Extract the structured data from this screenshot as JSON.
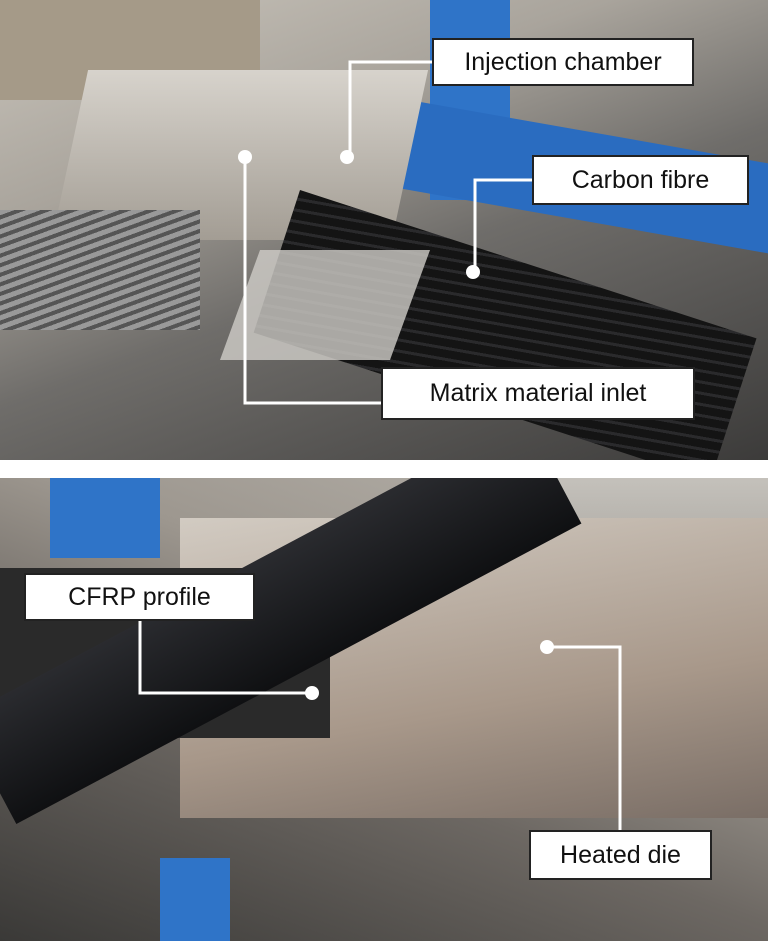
{
  "labels": {
    "injection_chamber": "Injection chamber",
    "carbon_fibre": "Carbon fibre",
    "matrix_inlet": "Matrix material inlet",
    "cfrp_profile": "CFRP profile",
    "heated_die": "Heated die"
  },
  "colors": {
    "frame_blue": "#2f74c8",
    "carbon": "#1b1b1d",
    "steel": "#b8b4ad"
  }
}
